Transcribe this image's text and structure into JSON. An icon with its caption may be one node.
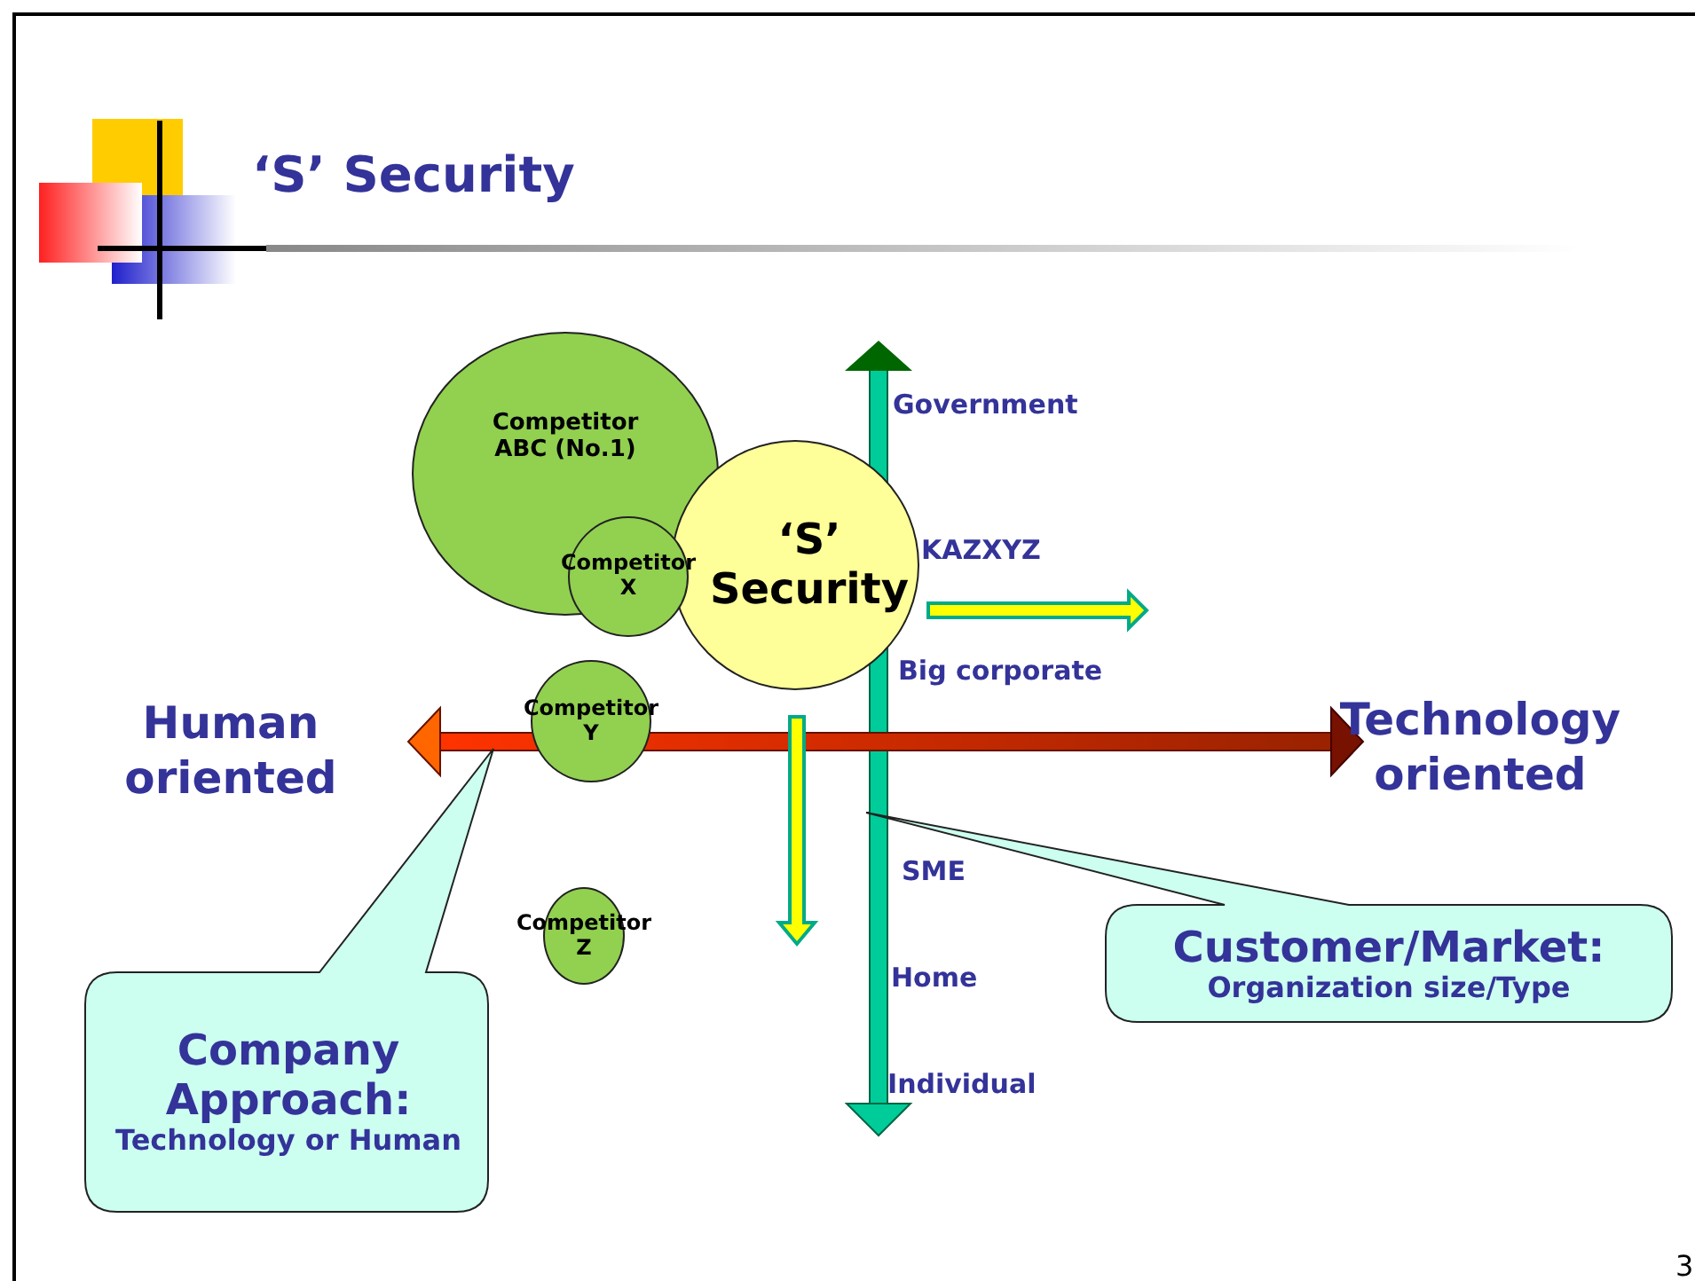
{
  "diagram": {
    "title": "‘S’ Security",
    "nodes": [
      {
        "text": [
          "Competitor ABC (No.1)"
        ]
      },
      {
        "text": [
          "‘S’ Security"
        ]
      },
      {
        "text": [
          "Competitor X"
        ]
      },
      {
        "text": [
          "Competitor Y"
        ]
      },
      {
        "text": [
          "Competitor Z"
        ]
      },
      {
        "text": [
          "Company Approach:",
          "Technology or Human"
        ]
      },
      {
        "text": [
          "Customer/Market:",
          "Organization size/Type"
        ]
      }
    ],
    "labels": [
      "Government",
      "KAZXYZ",
      "Big corporate",
      "Human oriented",
      "Technology oriented",
      "SME",
      "Home",
      "Individual",
      "3"
    ]
  }
}
